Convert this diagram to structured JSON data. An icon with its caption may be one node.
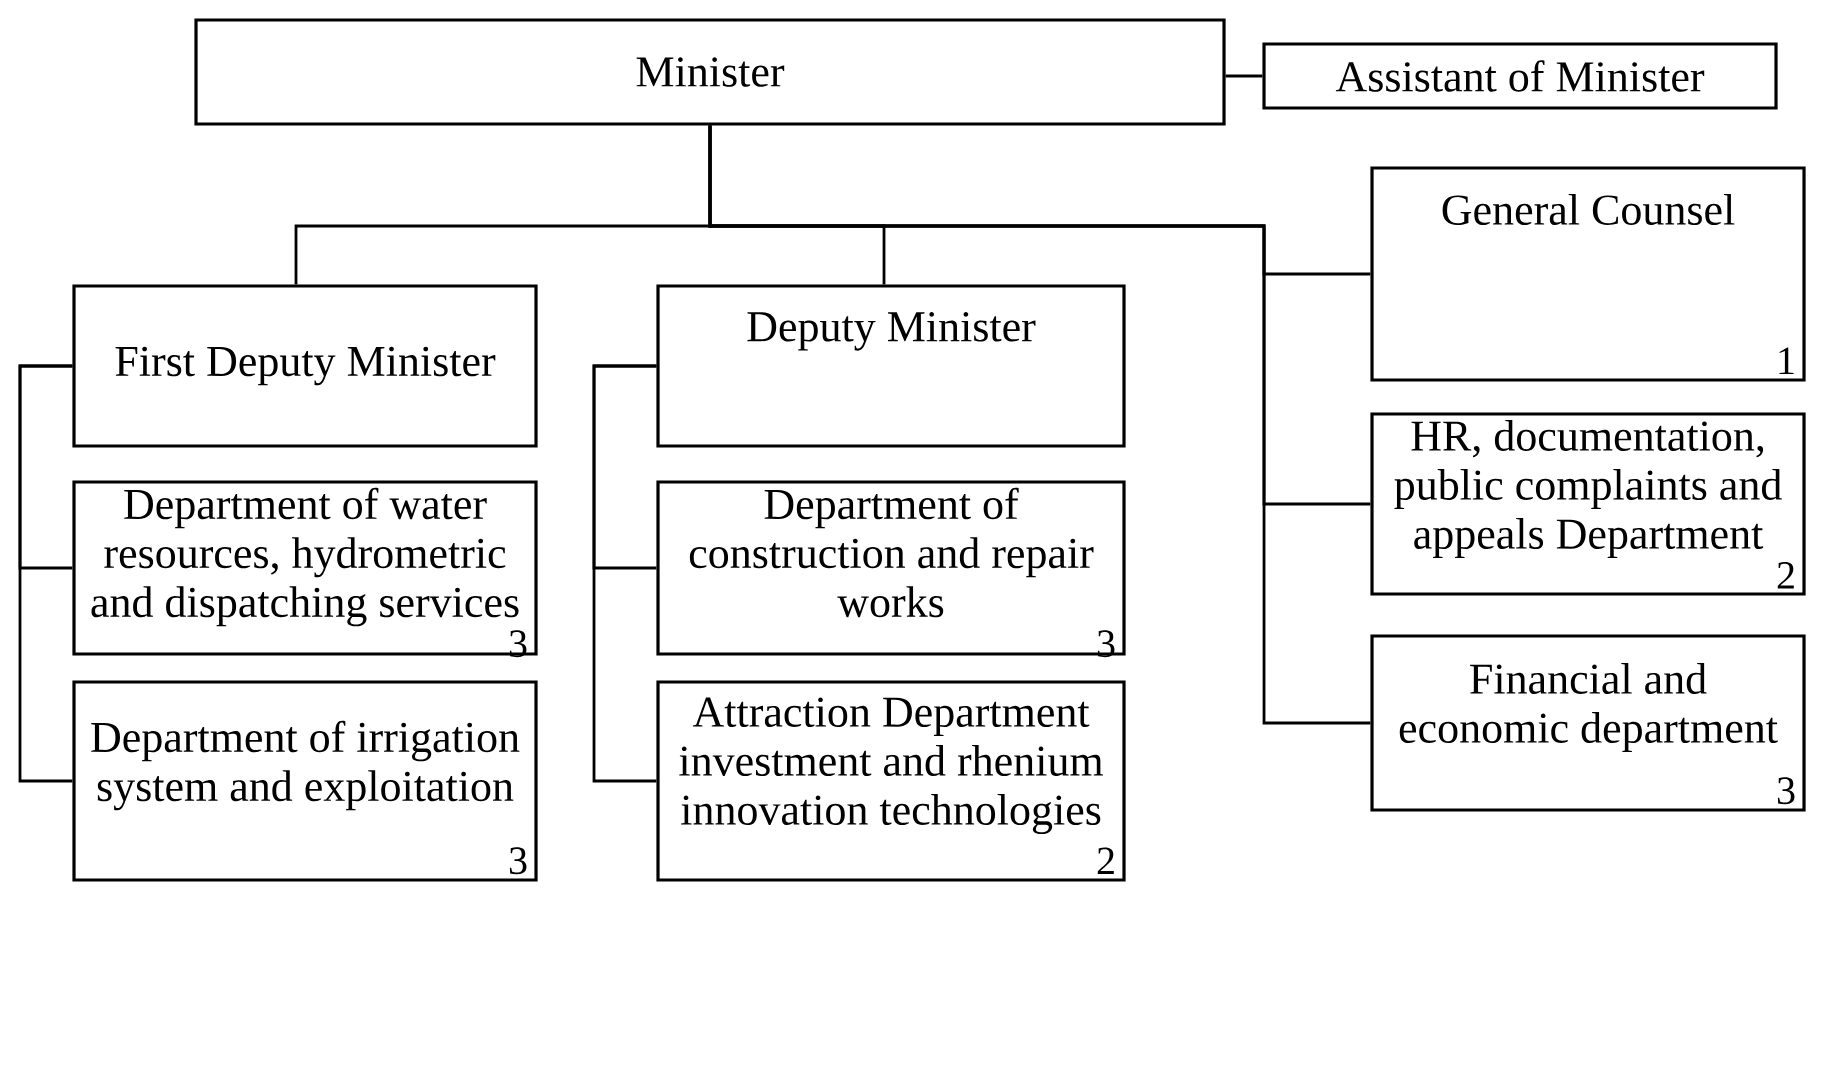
{
  "diagram": {
    "nodes": [
      {
        "text": [
          "Minister"
        ]
      },
      {
        "text": [
          "Assistant of Minister"
        ]
      },
      {
        "text": [
          "General Counsel",
          "1"
        ]
      },
      {
        "text": [
          "First Deputy Minister"
        ]
      },
      {
        "text": [
          "Department of water resources, hydrometric and dispatching services",
          "3"
        ]
      },
      {
        "text": [
          "Department of irrigation system and exploitation",
          "3"
        ]
      },
      {
        "text": [
          "Deputy Minister"
        ]
      },
      {
        "text": [
          "Department of construction and repair works",
          "3"
        ]
      },
      {
        "text": [
          "Attraction Department investment and rhenium innovation technologies",
          "2"
        ]
      },
      {
        "text": [
          "HR, documentation, public complaints and appeals Department",
          "2"
        ]
      },
      {
        "text": [
          "Financial and economic department",
          "3"
        ]
      }
    ],
    "edges": [
      {
        "from": 0,
        "to": 1,
        "arrow": "none"
      },
      {
        "from": 0,
        "to": 3,
        "arrow": "none"
      },
      {
        "from": 0,
        "to": 6,
        "arrow": "none"
      },
      {
        "from": 0,
        "to": 2,
        "arrow": "none"
      },
      {
        "from": 0,
        "to": 9,
        "arrow": "none"
      },
      {
        "from": 0,
        "to": 10,
        "arrow": "none"
      },
      {
        "from": 3,
        "to": 4,
        "arrow": "none"
      },
      {
        "from": 3,
        "to": 5,
        "arrow": "none"
      },
      {
        "from": 6,
        "to": 7,
        "arrow": "none"
      },
      {
        "from": 6,
        "to": 8,
        "arrow": "none"
      }
    ]
  }
}
